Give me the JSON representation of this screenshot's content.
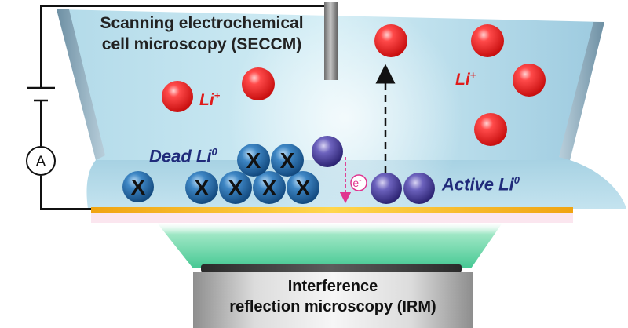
{
  "seccm": {
    "title_line1": "Scanning electrochemical",
    "title_line2": "cell microscopy (SECCM)"
  },
  "ions": {
    "label": "Li",
    "charge": "+",
    "color": "#e01b1b"
  },
  "dead_li": {
    "label": "Dead Li",
    "superscript": "0",
    "marker": "X"
  },
  "active_li": {
    "label": "Active Li",
    "superscript": "0"
  },
  "electron": {
    "label": "e",
    "superscript": "-",
    "color": "#e0338f"
  },
  "ammeter": {
    "label": "A"
  },
  "irm": {
    "title_line1": "Interference",
    "title_line2": "reflection microscopy (IRM)"
  },
  "colors": {
    "electrolyte": "#a7d3e4",
    "substrate": "#f3b019",
    "li_ion": "#e01b1b",
    "dead_li": "#1e5f9c",
    "active_li": "#4a3f9b",
    "irm_light": "#5fd4a4"
  }
}
